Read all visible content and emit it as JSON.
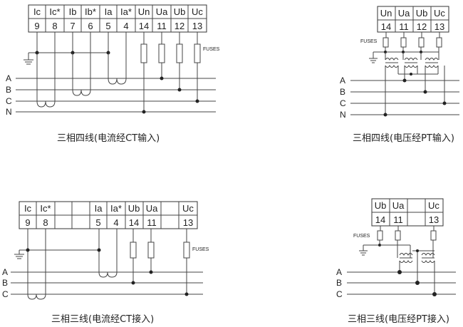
{
  "diagrams": [
    {
      "caption": "三相四线(电流经CT输入)",
      "header": [
        "Ic",
        "Ic*",
        "Ib",
        "Ib*",
        "Ia",
        "Ia*",
        "Un",
        "Ua",
        "Ub",
        "Uc"
      ],
      "numbers": [
        "9",
        "8",
        "7",
        "6",
        "5",
        "4",
        "14",
        "11",
        "12",
        "13"
      ],
      "phases": [
        "A",
        "B",
        "C",
        "N"
      ],
      "fuse_label": "FUSES"
    },
    {
      "caption": "三相四线(电压经PT输入)",
      "header": [
        "Un",
        "Ua",
        "Ub",
        "Uc"
      ],
      "numbers": [
        "14",
        "11",
        "12",
        "13"
      ],
      "phases": [
        "A",
        "B",
        "C",
        "N"
      ],
      "fuse_label": "FUSES"
    },
    {
      "caption": "三相三线(电流经CT接入)",
      "header": [
        "Ic",
        "Ic*",
        "",
        "",
        "Ia",
        "Ia*",
        "Ub",
        "Ua",
        "",
        "Uc"
      ],
      "numbers": [
        "9",
        "8",
        "",
        "",
        "5",
        "4",
        "14",
        "11",
        "",
        "13"
      ],
      "phases": [
        "A",
        "B",
        "C"
      ],
      "fuse_label": "FUSES"
    },
    {
      "caption": "三相三线(电压经PT接入)",
      "header": [
        "Ub",
        "Ua",
        "",
        "Uc"
      ],
      "numbers": [
        "14",
        "11",
        "",
        "13"
      ],
      "phases": [
        "A",
        "B",
        "C"
      ],
      "fuse_label": "FUSES"
    }
  ]
}
